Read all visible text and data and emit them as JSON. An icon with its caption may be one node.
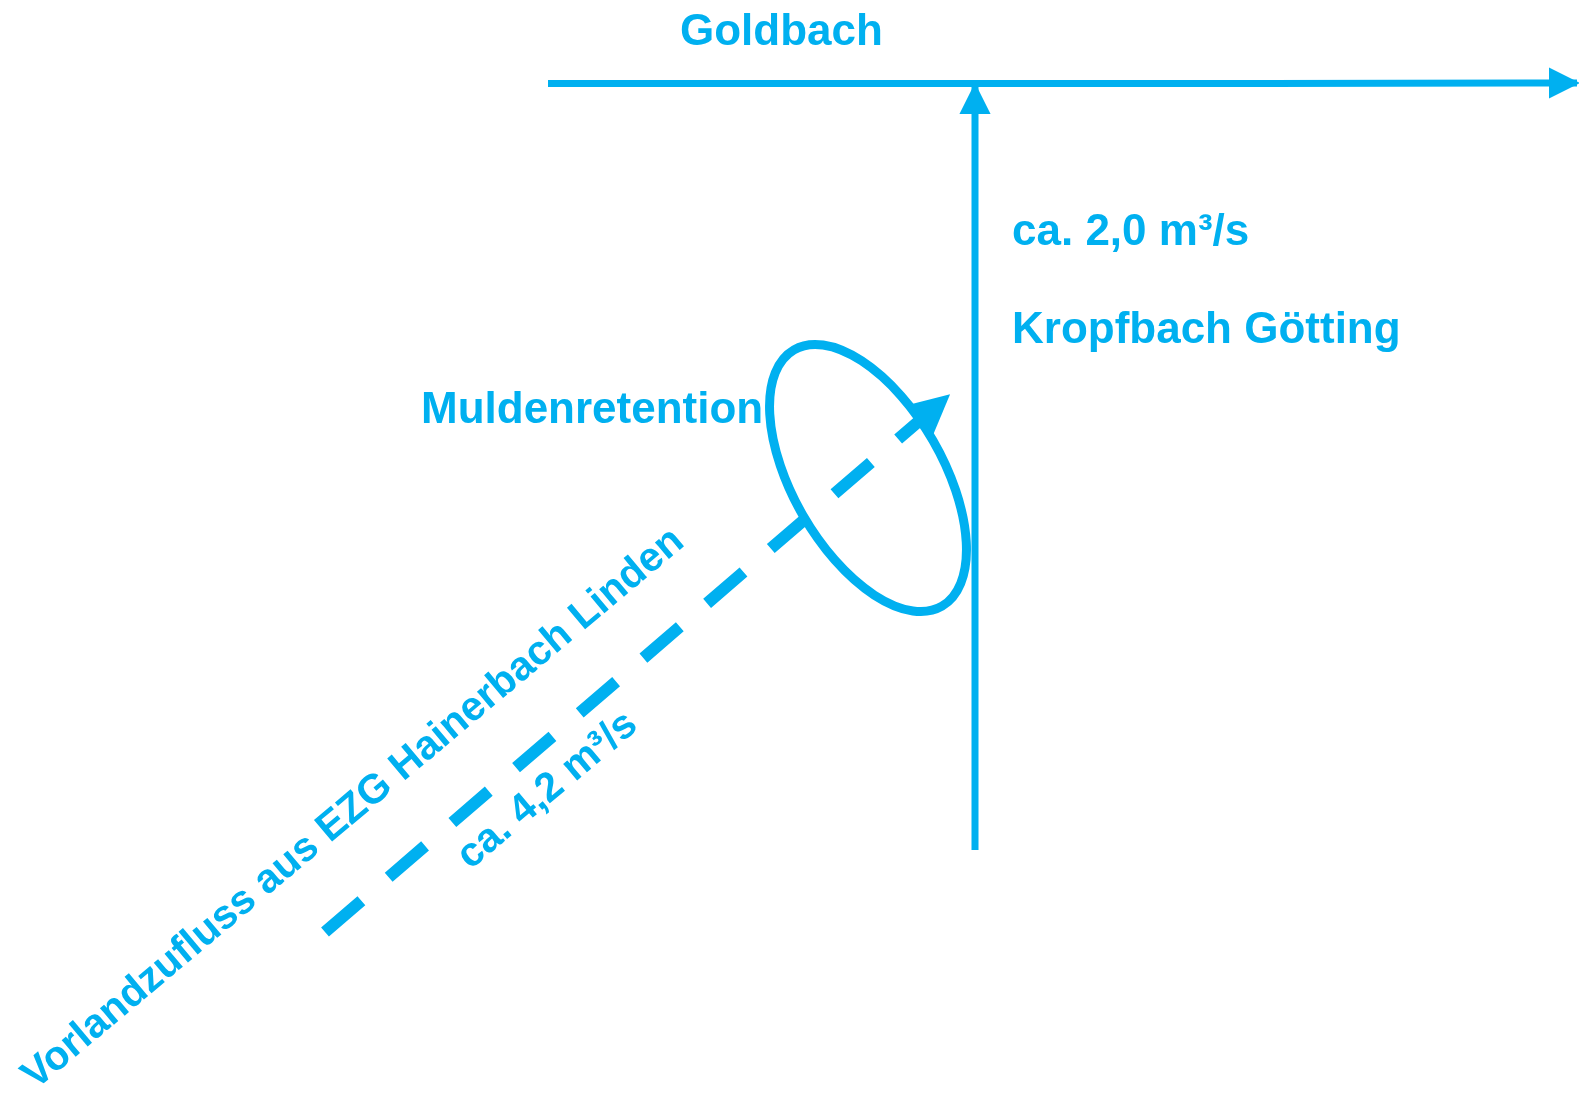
{
  "diagram": {
    "nodes": [
      {
        "text": [
          "Goldbach"
        ]
      },
      {
        "text": [
          "Muldenretention"
        ]
      },
      {
        "text": [
          "Vorlandzufluss aus EZG Hainerbach Linden"
        ]
      }
    ],
    "edges": [
      {
        "from": 0,
        "to": null,
        "arrow": "to"
      },
      {
        "from": null,
        "to": 0,
        "arrow": "to"
      },
      {
        "from": 2,
        "to": 1,
        "arrow": "to",
        "style": "dashed"
      }
    ],
    "labels": [
      "ca. 2,0 m³/s",
      "Kropfbach Götting",
      "ca. 4,2 m³/s"
    ]
  }
}
